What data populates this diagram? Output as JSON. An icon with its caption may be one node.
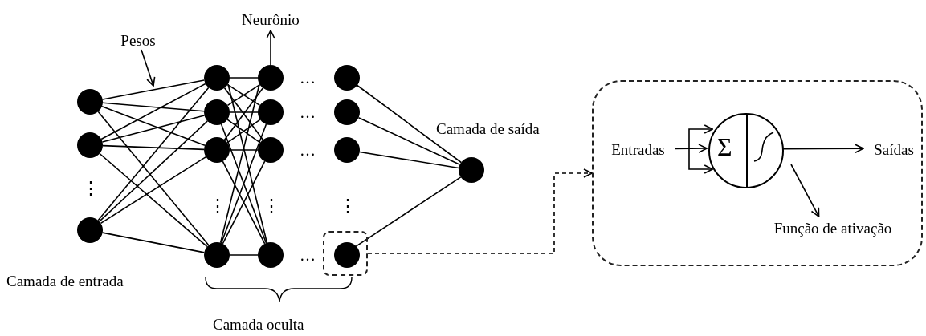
{
  "diagram": {
    "nodes": [
      {
        "text": [
          "Pesos"
        ]
      },
      {
        "text": [
          "Neurônio"
        ]
      },
      {
        "text": [],
        "shape": "circle"
      },
      {
        "text": [],
        "shape": "circle"
      },
      {
        "text": [],
        "shape": "circle"
      },
      {
        "text": [],
        "shape": "circle"
      },
      {
        "text": [],
        "shape": "circle"
      },
      {
        "text": [],
        "shape": "circle"
      },
      {
        "text": [],
        "shape": "circle"
      },
      {
        "text": [],
        "shape": "circle"
      },
      {
        "text": [],
        "shape": "circle"
      },
      {
        "text": [],
        "shape": "circle"
      },
      {
        "text": [],
        "shape": "circle"
      },
      {
        "text": [],
        "shape": "circle"
      },
      {
        "text": [],
        "shape": "circle"
      },
      {
        "text": [],
        "shape": "circle"
      },
      {
        "text": [],
        "shape": "box"
      },
      {
        "text": [],
        "shape": "circle",
        "in": 16
      },
      {
        "text": [],
        "shape": "circle"
      },
      {
        "text": [],
        "shape": "box"
      },
      {
        "text": [
          "Entradas"
        ],
        "in": 19
      },
      {
        "text": [
          "Σ"
        ],
        "in": 19
      },
      {
        "text": [
          "Saídas"
        ],
        "in": 19
      },
      {
        "text": [
          "Função de ativação"
        ],
        "in": 19
      }
    ],
    "edges": [
      {
        "from": 0,
        "to": null,
        "arrow": "to"
      },
      {
        "from": 9,
        "to": 1,
        "arrow": "to"
      },
      {
        "from": 2,
        "to": 5,
        "arrow": "none"
      },
      {
        "from": 2,
        "to": 6,
        "arrow": "none"
      },
      {
        "from": 2,
        "to": 7,
        "arrow": "none"
      },
      {
        "from": 2,
        "to": 8,
        "arrow": "none"
      },
      {
        "from": 3,
        "to": 5,
        "arrow": "none"
      },
      {
        "from": 3,
        "to": 6,
        "arrow": "none"
      },
      {
        "from": 3,
        "to": 7,
        "arrow": "none"
      },
      {
        "from": 3,
        "to": 8,
        "arrow": "none"
      },
      {
        "from": 4,
        "to": 5,
        "arrow": "none"
      },
      {
        "from": 4,
        "to": 6,
        "arrow": "none"
      },
      {
        "from": 4,
        "to": 7,
        "arrow": "none"
      },
      {
        "from": 4,
        "to": 8,
        "arrow": "none"
      },
      {
        "from": 5,
        "to": 9,
        "arrow": "none"
      },
      {
        "from": 5,
        "to": 10,
        "arrow": "none"
      },
      {
        "from": 5,
        "to": 11,
        "arrow": "none"
      },
      {
        "from": 5,
        "to": 12,
        "arrow": "none"
      },
      {
        "from": 6,
        "to": 9,
        "arrow": "none"
      },
      {
        "from": 6,
        "to": 10,
        "arrow": "none"
      },
      {
        "from": 6,
        "to": 11,
        "arrow": "none"
      },
      {
        "from": 6,
        "to": 12,
        "arrow": "none"
      },
      {
        "from": 7,
        "to": 9,
        "arrow": "none"
      },
      {
        "from": 7,
        "to": 10,
        "arrow": "none"
      },
      {
        "from": 7,
        "to": 11,
        "arrow": "none"
      },
      {
        "from": 7,
        "to": 12,
        "arrow": "none"
      },
      {
        "from": 8,
        "to": 9,
        "arrow": "none"
      },
      {
        "from": 8,
        "to": 10,
        "arrow": "none"
      },
      {
        "from": 8,
        "to": 11,
        "arrow": "none"
      },
      {
        "from": 8,
        "to": 12,
        "arrow": "none"
      },
      {
        "from": 13,
        "to": 18,
        "arrow": "none"
      },
      {
        "from": 14,
        "to": 18,
        "arrow": "none"
      },
      {
        "from": 15,
        "to": 18,
        "arrow": "none"
      },
      {
        "from": 17,
        "to": 18,
        "arrow": "none"
      },
      {
        "from": 16,
        "to": 19,
        "arrow": "to",
        "style": "dashed"
      },
      {
        "from": 20,
        "to": 21,
        "arrow": "to"
      },
      {
        "from": 20,
        "to": 21,
        "arrow": "to"
      },
      {
        "from": 20,
        "to": 21,
        "arrow": "to"
      },
      {
        "from": 21,
        "to": 22,
        "arrow": "to"
      },
      {
        "from": 21,
        "to": 23,
        "arrow": "to"
      }
    ],
    "labels": [
      "…",
      "…",
      "…",
      "Camada de saída",
      "⋮",
      "⋮",
      "⋮",
      "⋮",
      "…",
      "Camada de entrada",
      "Camada oculta"
    ]
  }
}
